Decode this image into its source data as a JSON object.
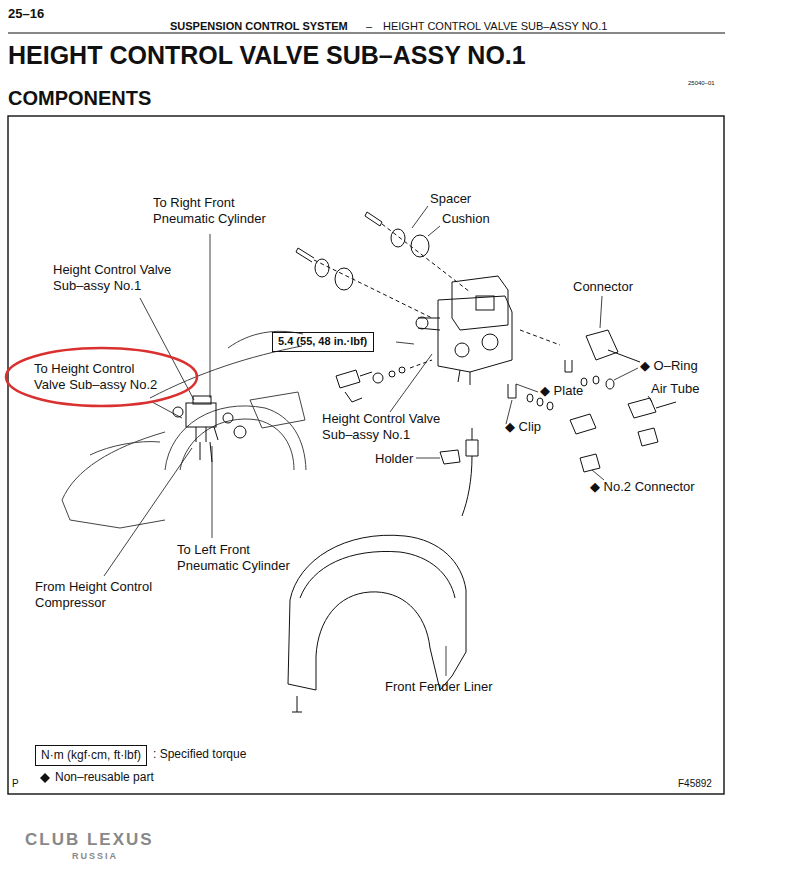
{
  "diagram": {
    "title": "HEIGHT CONTROL VALVE SUB–ASSY NO.1",
    "nodes": [
      {
        "text": [
          "5.4 (55, 48 in.·lbf)"
        ]
      },
      {
        "text": [
          "To Height Control Valve Sub–assy No.2"
        ]
      },
      {
        "text": [
          "N·m (kgf·cm, ft·lbf)"
        ]
      }
    ],
    "labels": [
      "25–16",
      "SUSPENSION CONTROL SYSTEM",
      "–",
      "HEIGHT CONTROL VALVE SUB–ASSY NO.1",
      "COMPONENTS",
      "25040–01",
      "To Right Front Pneumatic Cylinder",
      "Height Control Valve Sub–assy No.1",
      "Spacer",
      "Cushion",
      "Connector",
      "◆ O–Ring",
      "◆ Plate",
      "Air Tube",
      "Height Control Valve Sub–assy No.1",
      "◆ Clip",
      "Holder",
      "◆ No.2 Connector",
      "To Left Front Pneumatic Cylinder",
      "From Height Control Compressor",
      "Front Fender Liner",
      "P",
      "F45892",
      "CLUB LEXUS",
      "RUSSIA"
    ],
    "legend": [
      {
        "text": ": Specified torque"
      },
      {
        "text": "Non–reusable part"
      }
    ]
  }
}
